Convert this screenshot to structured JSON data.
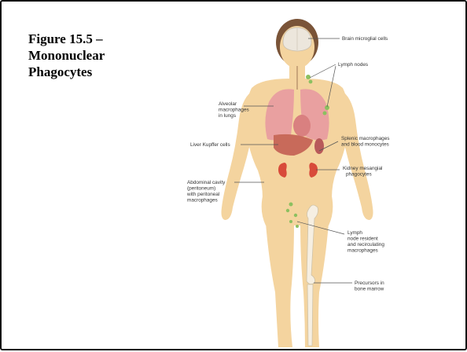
{
  "slide": {
    "title_lines": [
      "Figure 15.5 –",
      "Mononuclear",
      "Phagocytes"
    ]
  },
  "figure": {
    "labels": {
      "brain": [
        "Brain microglial cells"
      ],
      "lymph_nodes": [
        "Lymph nodes"
      ],
      "alveolar": [
        "Alveolar",
        "macrophages",
        "in lungs"
      ],
      "liver": [
        "Liver Kupffer cells"
      ],
      "splenic": [
        "Splenic macrophages",
        "and blood monocytes"
      ],
      "kidney": [
        "Kidney mesangial",
        "phagocytes"
      ],
      "abdominal": [
        "Abdominal cavity",
        "(peritoneum)",
        "with peritoneal",
        "macrophages"
      ],
      "lymph_resident": [
        "Lymph",
        "node resident",
        "and recirculating",
        "macrophages"
      ],
      "precursors": [
        "Precursors in",
        "bone marrow"
      ]
    },
    "colors": {
      "skin": "#f4d49f",
      "lung": "#e9a0a0",
      "liver": "#c86a5a",
      "kidney": "#d84a3a",
      "lymph": "#8cc060",
      "bone": "#f6efe2",
      "brain": "#ece6dc",
      "callout_line": "#555555"
    }
  }
}
